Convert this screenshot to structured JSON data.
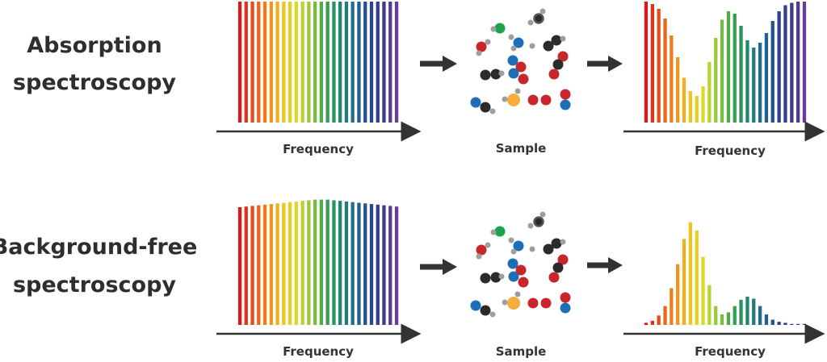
{
  "rows": [
    {
      "label_lines": [
        "Absorption",
        "spectroscopy"
      ],
      "input_axis_label": "Frequency",
      "sample_label": "Sample",
      "output_axis_label": "Frequency"
    },
    {
      "label_lines": [
        "Background-free",
        "spectroscopy"
      ],
      "input_axis_label": "Frequency",
      "sample_label": "Sample",
      "output_axis_label": "Frequency"
    }
  ],
  "spectrum": {
    "bar_count": 26,
    "rainbow": [
      "#d7191c",
      "#e8531a",
      "#f08a1a",
      "#f4c21f",
      "#d9db26",
      "#8fc63d",
      "#3aa24a",
      "#1f8a6c",
      "#1f6b8f",
      "#244a91",
      "#3b3a8e",
      "#6a3a96"
    ],
    "input_flat_level": 1.0,
    "input_bright_profile": [
      0.93,
      0.935,
      0.94,
      0.945,
      0.95,
      0.955,
      0.96,
      0.965,
      0.97,
      0.975,
      0.98,
      0.985,
      0.99,
      0.99,
      0.99,
      0.985,
      0.98,
      0.975,
      0.97,
      0.965,
      0.96,
      0.955,
      0.95,
      0.945,
      0.94,
      0.935
    ],
    "absorption_profile": [
      1.0,
      0.98,
      0.94,
      0.86,
      0.72,
      0.54,
      0.37,
      0.26,
      0.22,
      0.3,
      0.5,
      0.7,
      0.85,
      0.92,
      0.9,
      0.8,
      0.68,
      0.62,
      0.66,
      0.74,
      0.84,
      0.92,
      0.97,
      0.99,
      1.0,
      1.0
    ],
    "background_free_profile": [
      0.02,
      0.04,
      0.09,
      0.18,
      0.35,
      0.58,
      0.82,
      0.98,
      0.9,
      0.65,
      0.38,
      0.18,
      0.1,
      0.12,
      0.18,
      0.24,
      0.27,
      0.25,
      0.18,
      0.1,
      0.05,
      0.03,
      0.02,
      0.01,
      0.01,
      0.01
    ]
  },
  "molecule_colors": {
    "red": "#c9262c",
    "blue": "#1c6fb5",
    "black": "#2b2b2b",
    "green": "#1aa34a",
    "orange": "#f6ad3c",
    "gray": "#9e9e9e"
  },
  "molecules": [
    {
      "type": "green-dot"
    },
    {
      "type": "dark-ring-with-grays"
    },
    {
      "type": "red-gray-pair"
    },
    {
      "type": "blue-with-grays"
    },
    {
      "type": "black-red-pair-upper"
    },
    {
      "type": "blue-red-cluster"
    },
    {
      "type": "black-red-diagonal"
    },
    {
      "type": "black-black-pair"
    },
    {
      "type": "red-single"
    },
    {
      "type": "blue-black-gray"
    },
    {
      "type": "orange-with-grays"
    },
    {
      "type": "red-blue-stack"
    }
  ]
}
